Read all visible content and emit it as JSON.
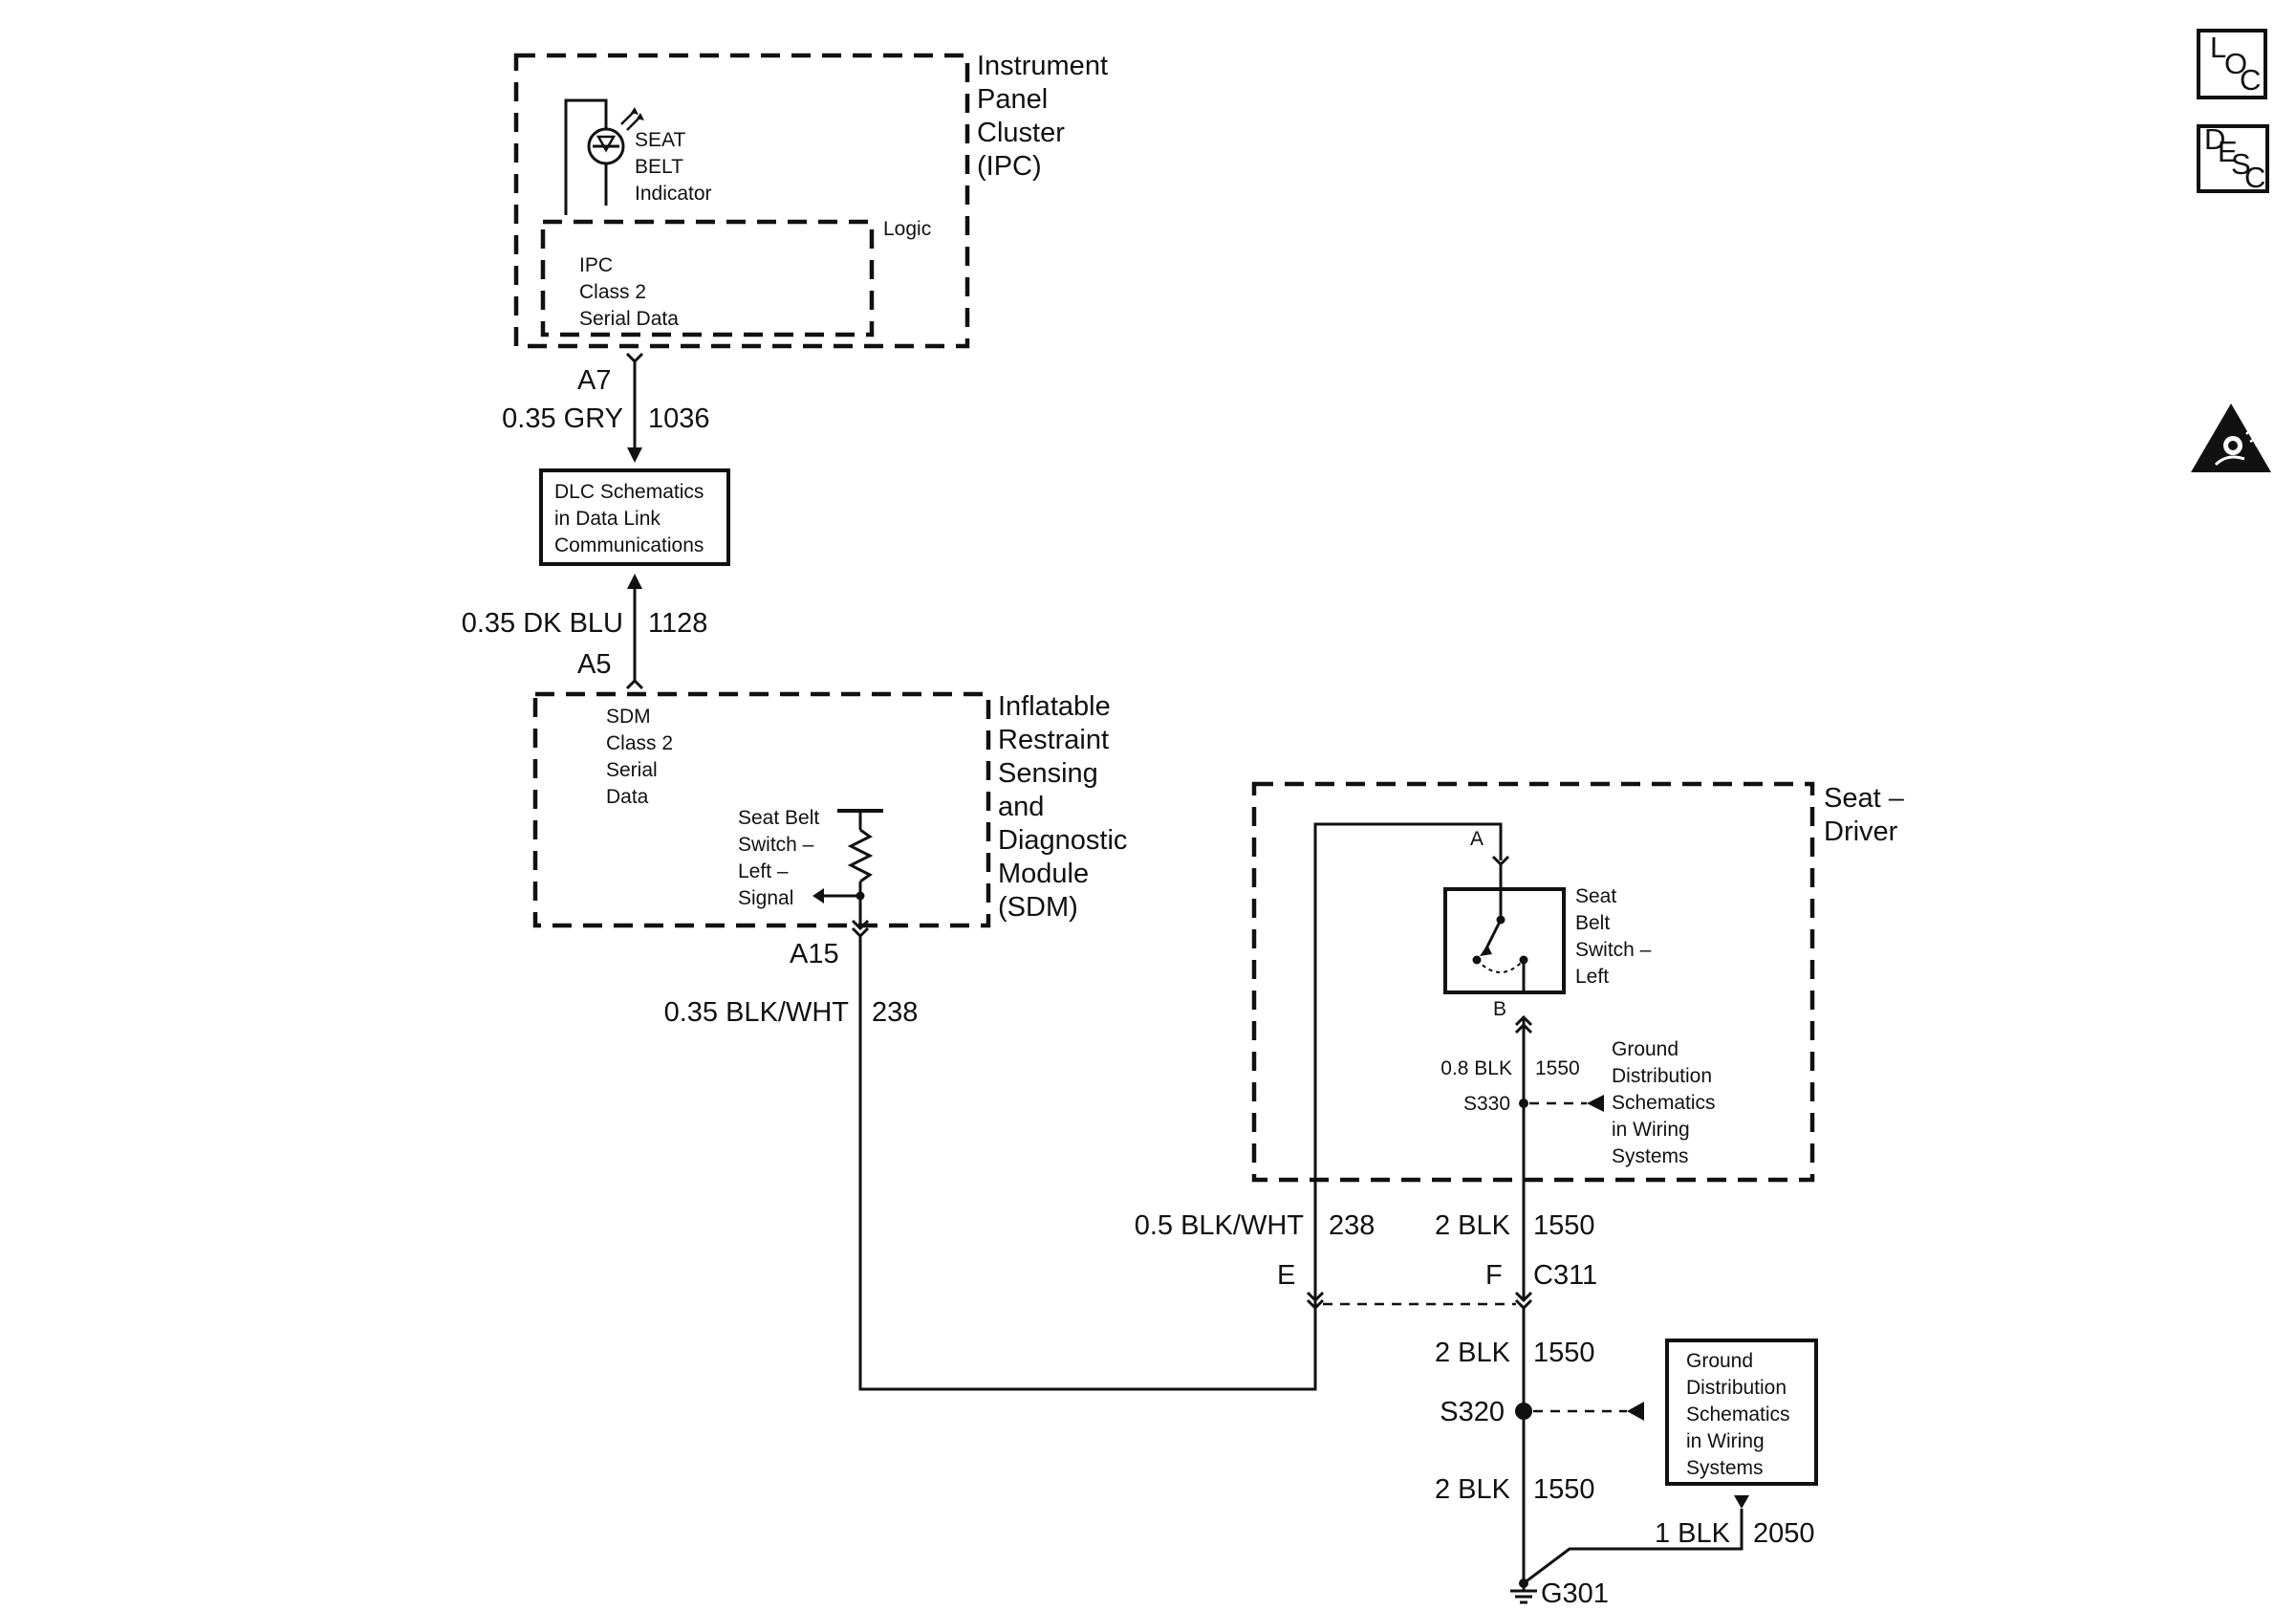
{
  "ipc": {
    "title": [
      "Instrument",
      "Panel",
      "Cluster",
      "(IPC)"
    ],
    "indicator": [
      "SEAT",
      "BELT",
      "Indicator"
    ],
    "logic": "Logic",
    "serial": [
      "IPC",
      "Class 2",
      "Serial Data"
    ]
  },
  "wire_1036": {
    "pin": "A7",
    "gauge_color": "0.35 GRY",
    "circuit": "1036"
  },
  "dlc_box": [
    "DLC Schematics",
    "in Data Link",
    "Communications"
  ],
  "wire_1128": {
    "gauge_color": "0.35 DK BLU",
    "circuit": "1128",
    "pin": "A5"
  },
  "sdm": {
    "title": [
      "Inflatable",
      "Restraint",
      "Sensing",
      "and",
      "Diagnostic",
      "Module",
      "(SDM)"
    ],
    "serial": [
      "SDM",
      "Class 2",
      "Serial",
      "Data"
    ],
    "switch_signal": [
      "Seat Belt",
      "Switch –",
      "Left –",
      "Signal"
    ]
  },
  "wire_238": {
    "pin": "A15",
    "gauge_color": "0.35 BLK/WHT",
    "circuit": "238"
  },
  "seat_driver": {
    "title": [
      "Seat –",
      "Driver"
    ],
    "switch": [
      "Seat",
      "Belt",
      "Switch –",
      "Left"
    ],
    "pin_a": "A",
    "pin_b": "B",
    "wire": "0.8 BLK",
    "circuit": "1550",
    "splice": "S330",
    "ground_ref": [
      "Ground",
      "Distribution",
      "Schematics",
      "in Wiring",
      "Systems"
    ]
  },
  "connector_c311": {
    "left_gauge": "0.5 BLK/WHT",
    "left_circuit": "238",
    "right_gauge": "2 BLK",
    "right_circuit": "1550",
    "pin_e": "E",
    "pin_f": "F",
    "name": "C311"
  },
  "lower": {
    "wire1_gauge": "2 BLK",
    "wire1_circuit": "1550",
    "splice": "S320",
    "ground_box": [
      "Ground",
      "Distribution",
      "Schematics",
      "in Wiring",
      "Systems"
    ],
    "wire2_gauge": "2 BLK",
    "wire2_circuit": "1550",
    "wire3_gauge": "1 BLK",
    "wire3_circuit": "2050",
    "ground": "G301"
  },
  "side_icons": {
    "loc": [
      "L",
      "O",
      "C"
    ],
    "desc": [
      "D",
      "E",
      "S",
      "C"
    ],
    "warning": "airbag-warning-icon"
  }
}
